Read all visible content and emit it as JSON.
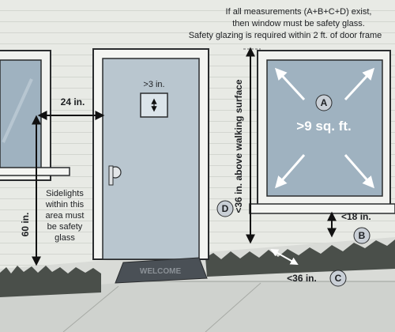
{
  "note": {
    "line1": "If all measurements (A+B+C+D) exist,",
    "line2": "then window must be safety glass.",
    "line3": "Safety glazing is required within 2 ft. of door frame"
  },
  "labels": {
    "dist_24": "24 in.",
    "dist_60": "60 in.",
    "door_window": ">3 in.",
    "above_walk": "<36 in. above walking surface",
    "sq_ft": ">9 sq. ft.",
    "lt18": "<18 in.",
    "lt36": "<36 in.",
    "mat": "WELCOME",
    "sidelights": [
      "Sidelights",
      "within this",
      "area must",
      "be safety",
      "glass"
    ]
  },
  "markers": {
    "A": "A",
    "B": "B",
    "C": "C",
    "D": "D"
  },
  "colors": {
    "wall": "#e6e8e3",
    "door": "#b9c6cf",
    "glass": "#9fb2c0",
    "marker": "#c9cfd6",
    "grass": "#4a4f4a"
  }
}
